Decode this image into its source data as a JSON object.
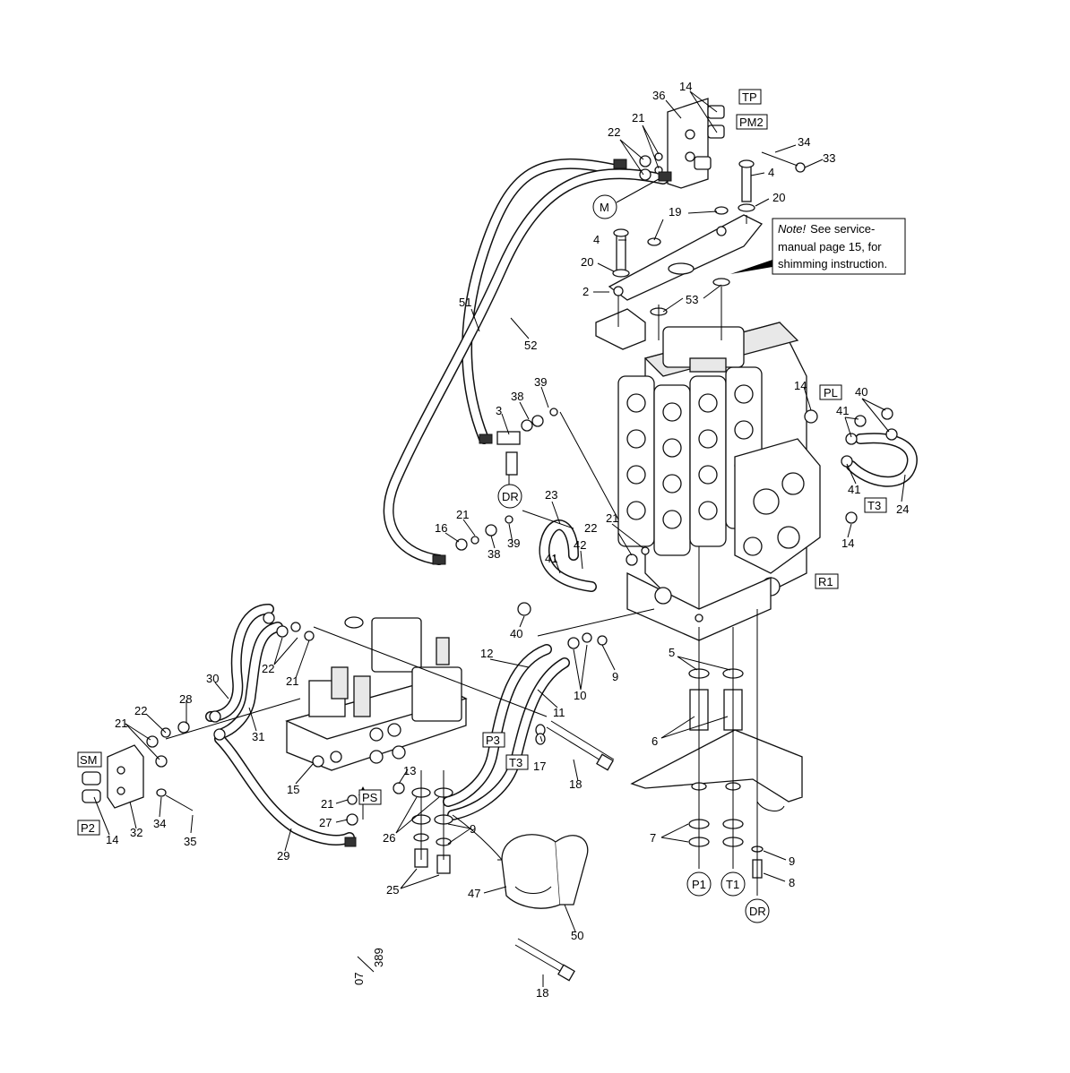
{
  "callouts": [
    {
      "id": "c14a",
      "text": "14"
    },
    {
      "id": "c36",
      "text": "36"
    },
    {
      "id": "c21a",
      "text": "21"
    },
    {
      "id": "c22a",
      "text": "22"
    },
    {
      "id": "c34a",
      "text": "34"
    },
    {
      "id": "c33",
      "text": "33"
    },
    {
      "id": "c4a",
      "text": "4"
    },
    {
      "id": "c20a",
      "text": "20"
    },
    {
      "id": "c19",
      "text": "19"
    },
    {
      "id": "c4b",
      "text": "4"
    },
    {
      "id": "c20b",
      "text": "20"
    },
    {
      "id": "c2",
      "text": "2"
    },
    {
      "id": "c53",
      "text": "53"
    },
    {
      "id": "c51",
      "text": "51"
    },
    {
      "id": "c52",
      "text": "52"
    },
    {
      "id": "c3",
      "text": "3"
    },
    {
      "id": "c38a",
      "text": "38"
    },
    {
      "id": "c39a",
      "text": "39"
    },
    {
      "id": "c14b",
      "text": "14"
    },
    {
      "id": "c40a",
      "text": "40"
    },
    {
      "id": "c41a",
      "text": "41"
    },
    {
      "id": "c41b",
      "text": "41"
    },
    {
      "id": "c24",
      "text": "24"
    },
    {
      "id": "c14c",
      "text": "14"
    },
    {
      "id": "c23",
      "text": "23"
    },
    {
      "id": "c21b",
      "text": "21"
    },
    {
      "id": "c16",
      "text": "16"
    },
    {
      "id": "c39b",
      "text": "39"
    },
    {
      "id": "c38b",
      "text": "38"
    },
    {
      "id": "c22b",
      "text": "22"
    },
    {
      "id": "c21c",
      "text": "21"
    },
    {
      "id": "c42",
      "text": "42"
    },
    {
      "id": "c41c",
      "text": "41"
    },
    {
      "id": "c40b",
      "text": "40"
    },
    {
      "id": "c12",
      "text": "12"
    },
    {
      "id": "c10",
      "text": "10"
    },
    {
      "id": "c9a",
      "text": "9"
    },
    {
      "id": "c11",
      "text": "11"
    },
    {
      "id": "c5",
      "text": "5"
    },
    {
      "id": "c6",
      "text": "6"
    },
    {
      "id": "c22c",
      "text": "22"
    },
    {
      "id": "c21d",
      "text": "21"
    },
    {
      "id": "c30",
      "text": "30"
    },
    {
      "id": "c31",
      "text": "31"
    },
    {
      "id": "c28",
      "text": "28"
    },
    {
      "id": "c21e",
      "text": "21"
    },
    {
      "id": "c22d",
      "text": "22"
    },
    {
      "id": "c15",
      "text": "15"
    },
    {
      "id": "c13",
      "text": "13"
    },
    {
      "id": "c17",
      "text": "17"
    },
    {
      "id": "c18a",
      "text": "18"
    },
    {
      "id": "c21f",
      "text": "21"
    },
    {
      "id": "c27",
      "text": "27"
    },
    {
      "id": "c26",
      "text": "26"
    },
    {
      "id": "c9b",
      "text": "9"
    },
    {
      "id": "c25",
      "text": "25"
    },
    {
      "id": "c32",
      "text": "32"
    },
    {
      "id": "c34b",
      "text": "34"
    },
    {
      "id": "c35",
      "text": "35"
    },
    {
      "id": "c14d",
      "text": "14"
    },
    {
      "id": "c29",
      "text": "29"
    },
    {
      "id": "c47",
      "text": "47"
    },
    {
      "id": "c50",
      "text": "50"
    },
    {
      "id": "c18b",
      "text": "18"
    },
    {
      "id": "c7",
      "text": "7"
    },
    {
      "id": "c9c",
      "text": "9"
    },
    {
      "id": "c8",
      "text": "8"
    }
  ],
  "box_labels": [
    "TP",
    "PM2",
    "PL",
    "T3",
    "R1",
    "P3",
    "T3",
    "PS",
    "SM",
    "P2"
  ],
  "circle_labels": [
    "M",
    "DR",
    "P1",
    "T1",
    "DR"
  ],
  "note": {
    "italic": "Note!",
    "line1": "See service-",
    "line2": "manual page 15, for",
    "line3": "shimming instruction."
  },
  "drawing_number": {
    "top": "07",
    "bottom": "389"
  }
}
